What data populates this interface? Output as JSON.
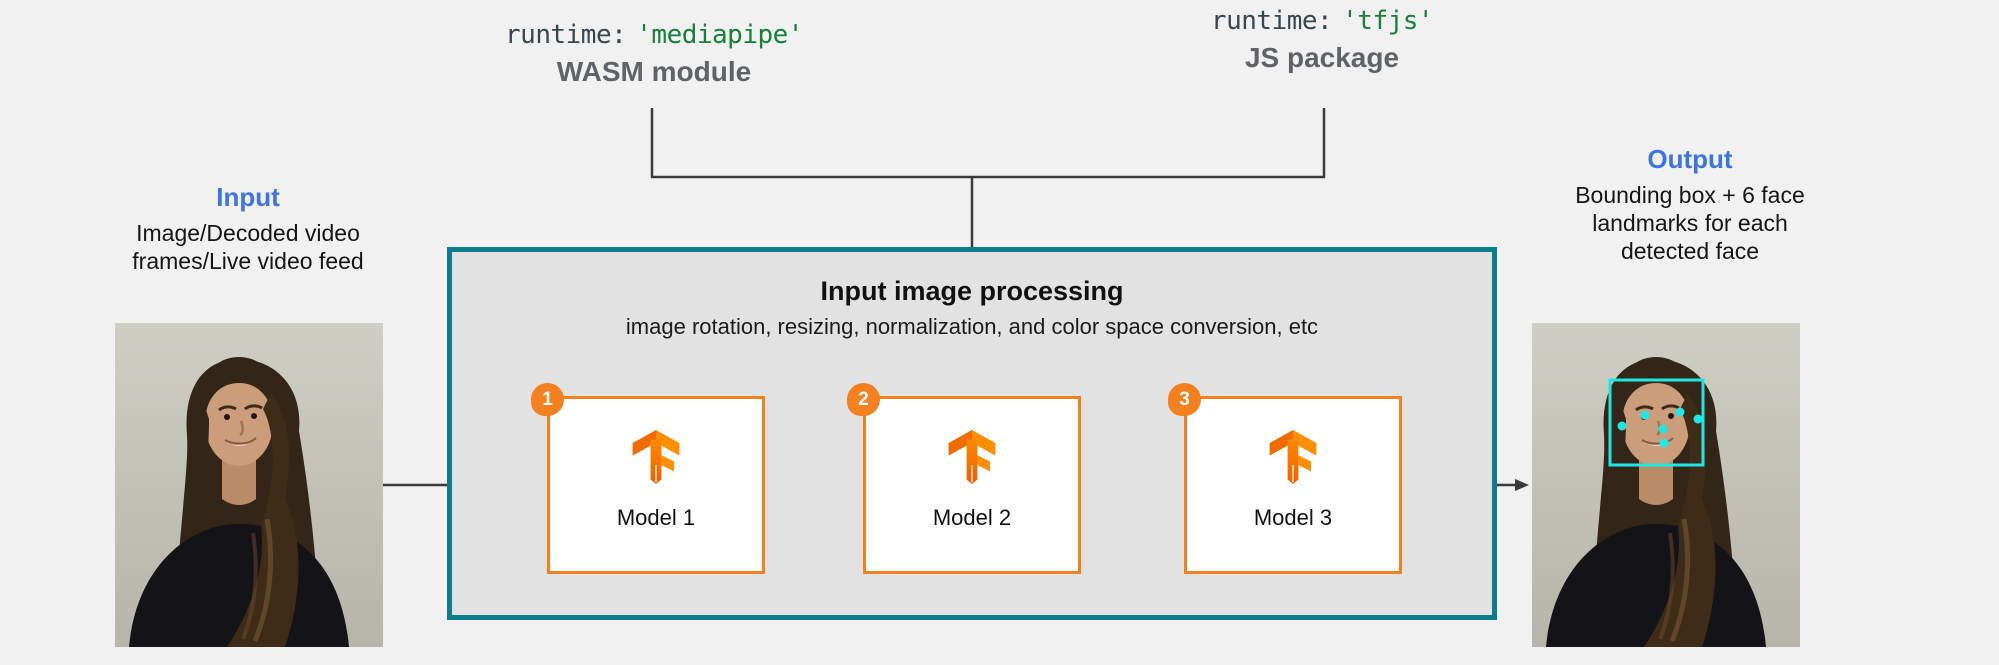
{
  "runtimes": [
    {
      "code_key": "runtime:",
      "code_value": "'mediapipe'",
      "label": "WASM module"
    },
    {
      "code_key": "runtime:",
      "code_value": "'tfjs'",
      "label": "JS package"
    }
  ],
  "input": {
    "title": "Input",
    "description": "Image/Decoded video frames/Live video feed"
  },
  "output": {
    "title": "Output",
    "description": "Bounding box + 6 face landmarks for each detected face"
  },
  "processing": {
    "title": "Input image processing",
    "subtitle": "image rotation, resizing, normalization, and color space conversion, etc"
  },
  "models": [
    {
      "badge": "1",
      "label": "Model 1",
      "icon": "tensorflow-logo"
    },
    {
      "badge": "2",
      "label": "Model 2",
      "icon": "tensorflow-logo"
    },
    {
      "badge": "3",
      "label": "Model 3",
      "icon": "tensorflow-logo"
    }
  ],
  "colors": {
    "page_background": "#f1f1f2",
    "processing_border_teal": "#0b7d8d",
    "processing_fill": "#e2e2e3",
    "model_orange": "#f5801f",
    "io_title_blue": "#3e73e8",
    "code_key_slate": "#37474f",
    "code_value_green": "#188038",
    "package_label_gray": "#5f6368",
    "connector_line": "#3a3a3a",
    "face_annotation_cyan": "#1fe8e4"
  }
}
